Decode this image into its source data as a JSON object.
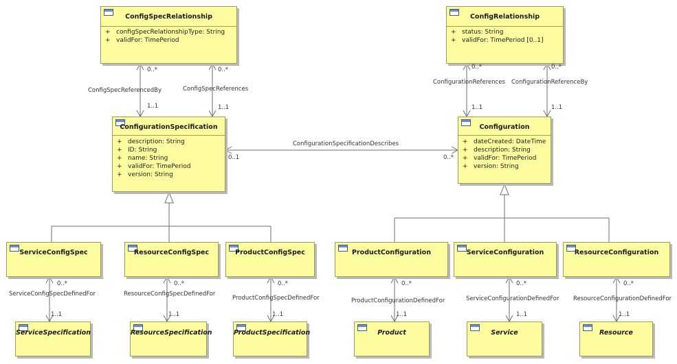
{
  "classes": {
    "config_spec_relationship": {
      "name": "ConfigSpecRelationship",
      "attrs": [
        {
          "vis": "+",
          "text": "configSpecRelationshipType: String"
        },
        {
          "vis": "+",
          "text": "validFor: TimePeriod"
        }
      ]
    },
    "config_relationship": {
      "name": "ConfigRelationship",
      "attrs": [
        {
          "vis": "+",
          "text": "status: String"
        },
        {
          "vis": "+",
          "text": "validFor: TimePeriod [0..1]"
        }
      ]
    },
    "configuration_specification": {
      "name": "ConfigurationSpecification",
      "attrs": [
        {
          "vis": "+",
          "text": "description: String"
        },
        {
          "vis": "+",
          "text": "ID: String"
        },
        {
          "vis": "+",
          "text": "name: String"
        },
        {
          "vis": "+",
          "text": "validFor: TimePeriod"
        },
        {
          "vis": "+",
          "text": "version: String"
        }
      ]
    },
    "configuration": {
      "name": "Configuration",
      "attrs": [
        {
          "vis": "+",
          "text": "dateCreated: DateTime"
        },
        {
          "vis": "+",
          "text": "description: String"
        },
        {
          "vis": "+",
          "text": "validFor: TimePeriod"
        },
        {
          "vis": "+",
          "text": "version: String"
        }
      ]
    },
    "service_config_spec": {
      "name": "ServiceConfigSpec"
    },
    "resource_config_spec": {
      "name": "ResourceConfigSpec"
    },
    "product_config_spec": {
      "name": "ProductConfigSpec"
    },
    "product_configuration": {
      "name": "ProductConfiguration"
    },
    "service_configuration": {
      "name": "ServiceConfiguration"
    },
    "resource_configuration": {
      "name": "ResourceConfiguration"
    },
    "service_specification": {
      "name": "ServiceSpecification"
    },
    "resource_specification": {
      "name": "ResourceSpecification"
    },
    "product_specification": {
      "name": "ProductSpecification"
    },
    "product": {
      "name": "Product"
    },
    "service": {
      "name": "Service"
    },
    "resource": {
      "name": "Resource"
    }
  },
  "associations": {
    "config_spec_referenced_by": {
      "name": "ConfigSpecReferencedBy",
      "mult_top": "0..*",
      "mult_bottom": "1..1"
    },
    "config_spec_references": {
      "name": "ConfigSpecReferences",
      "mult_top": "0..*",
      "mult_bottom": "1..1"
    },
    "configuration_references": {
      "name": "ConfigurationReferences",
      "mult_top": "0..*",
      "mult_bottom": "1..1"
    },
    "configuration_reference_by": {
      "name": "ConfigurationReferenceBy",
      "mult_top": "0..*",
      "mult_bottom": "1..1"
    },
    "configuration_specification_describes": {
      "name": "ConfigurationSpecificationDescribes",
      "mult_left": "0..1",
      "mult_right": "0..*"
    },
    "service_config_spec_defined_for": {
      "name": "ServiceConfigSpecDefinedFor",
      "mult_top": "0..*",
      "mult_bottom": "1..1"
    },
    "resource_config_spec_defined_for": {
      "name": "ResourceConfigSpecDefinedFor",
      "mult_top": "0..*",
      "mult_bottom": "1..1"
    },
    "product_config_spec_defined_for": {
      "name": "ProductConfigSpecDefinedFor",
      "mult_top": "0..*",
      "mult_bottom": "1..1"
    },
    "product_configuration_defined_for": {
      "name": "ProductConfigurationDefinedFor",
      "mult_top": "0..*",
      "mult_bottom": "1..1"
    },
    "service_configuration_defined_for": {
      "name": "ServiceConfigurationDefinedFor",
      "mult_top": "0..*",
      "mult_bottom": "1..1"
    },
    "resource_configuration_defined_for": {
      "name": "ResourceConfigurationDefinedFor",
      "mult_top": "0..*",
      "mult_bottom": "1..1"
    }
  },
  "colors": {
    "class_fill": "#fdfd9f",
    "class_border": "#9c9c5a",
    "line": "#6e6e6e",
    "icon": "#3a5a8c"
  }
}
